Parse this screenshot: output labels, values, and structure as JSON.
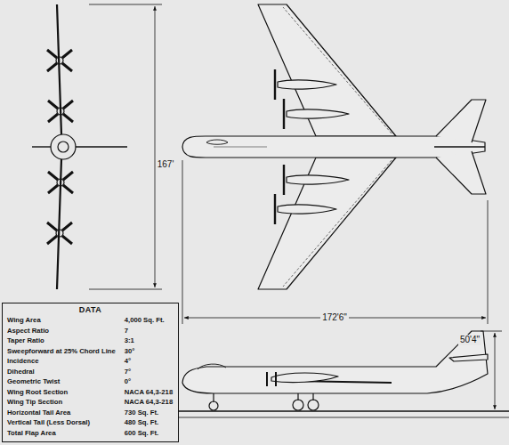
{
  "diagram": {
    "nodes": [
      {
        "text": [
          "DATA",
          "Wing Area",
          "4,000 Sq. Ft.",
          "Aspect Ratio",
          "7",
          "Taper Ratio",
          "3:1",
          "Sweepforward at 25% Chord Line",
          "30°",
          "Incidence",
          "4°",
          "Dihedral",
          "7°",
          "Geometric Twist",
          "0°",
          "Wing Root Section",
          "NACA 64,3-218",
          "Wing Tip Section",
          "NACA 64,3-218",
          "Horizontal Tail Area",
          "730 Sq. Ft.",
          "Vertical Tail (Less Dorsal)",
          "480 Sq. Ft.",
          "Total Flap Area",
          "600 Sq. Ft."
        ]
      }
    ],
    "edges": [],
    "labels": [
      "167'",
      "172'6\"",
      "50'4\""
    ]
  }
}
